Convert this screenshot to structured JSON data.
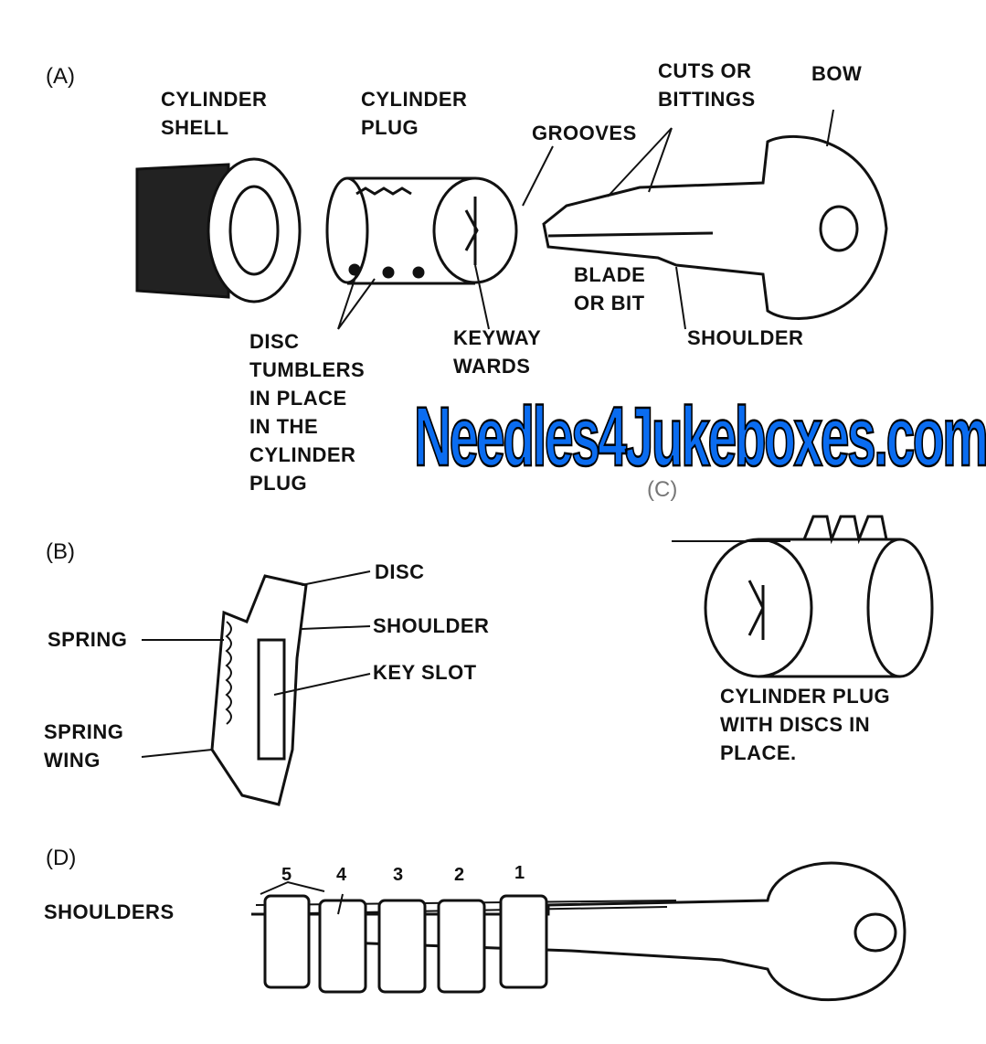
{
  "sections": {
    "a": "(A)",
    "b": "(B)",
    "c": "(C)",
    "d": "(D)"
  },
  "labels_a": {
    "cylinder_shell": "CYLINDER\nSHELL",
    "cylinder_plug": "CYLINDER\nPLUG",
    "grooves": "GROOVES",
    "cuts": "CUTS OR\nBITTINGS",
    "bow": "BOW",
    "blade": "BLADE\nOR BIT",
    "shoulder": "SHOULDER",
    "keyway": "KEYWAY\nWARDS",
    "disc_tumblers": "DISC\nTUMBLERS\nIN PLACE\nIN THE\nCYLINDER\nPLUG"
  },
  "labels_b": {
    "disc": "DISC",
    "shoulder": "SHOULDER",
    "key_slot": "KEY SLOT",
    "spring": "SPRING",
    "spring_wing": "SPRING\nWING"
  },
  "labels_c": {
    "caption": "CYLINDER PLUG\nWITH DISCS IN\nPLACE."
  },
  "labels_d": {
    "shoulders": "SHOULDERS",
    "numbers": [
      "5",
      "4",
      "3",
      "2",
      "1"
    ]
  },
  "watermark": "Needles4Jukeboxes.com",
  "colors": {
    "watermark": "#0a6cf0",
    "ink": "#111111"
  }
}
